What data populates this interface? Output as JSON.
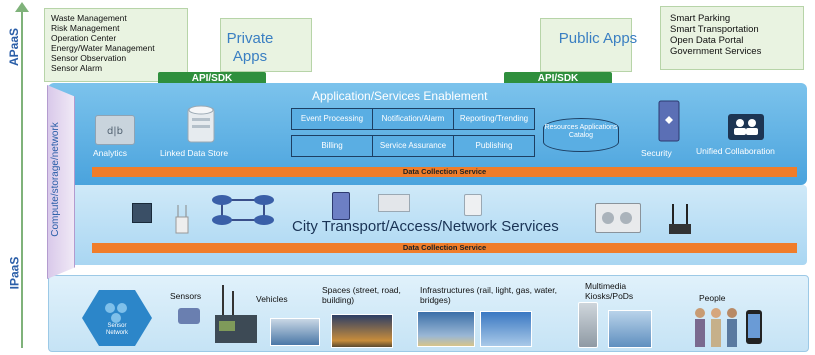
{
  "axis": {
    "apaas": "APaaS",
    "ipaas": "IPaaS",
    "compute": "Compute/storage/network"
  },
  "private": {
    "title": "Private Apps",
    "items": [
      "Waste Management",
      "Risk Management",
      "Operation Center",
      "Energy/Water Management",
      "Sensor Observation",
      "Sensor Alarm"
    ],
    "api": "API/SDK"
  },
  "public": {
    "title": "Public Apps",
    "items": [
      "Smart Parking",
      "Smart Transportation",
      "Open Data Portal",
      "Government Services"
    ],
    "api": "API/SDK"
  },
  "enablement": {
    "title": "Application/Services Enablement",
    "cells": [
      "Event Processing",
      "Notification/Alarm",
      "Reporting/Trending",
      "Billing",
      "Service Assurance",
      "Publishing"
    ],
    "catalog": "Resources Applications Catalog",
    "analytics": "Analytics",
    "linked": "Linked Data Store",
    "security": "Security",
    "collab": "Unified Collaboration"
  },
  "dcs1": "Data Collection Service",
  "city": {
    "title": "City Transport/Access/Network Services",
    "dcs": "Data Collection Service"
  },
  "bottom": {
    "sensor_network": "Sensor Network",
    "sensors": "Sensors",
    "vehicles": "Vehicles",
    "spaces": "Spaces (street, road, building)",
    "infra": "Infrastructures (rail, light, gas, water, bridges)",
    "multimedia": "Multimedia Kiosks/PoDs",
    "people": "People"
  },
  "colors": {
    "green": "#2f8f3d",
    "orange": "#f07d2a",
    "blue": "#4aa3dd",
    "purple": "#b39bcf"
  }
}
